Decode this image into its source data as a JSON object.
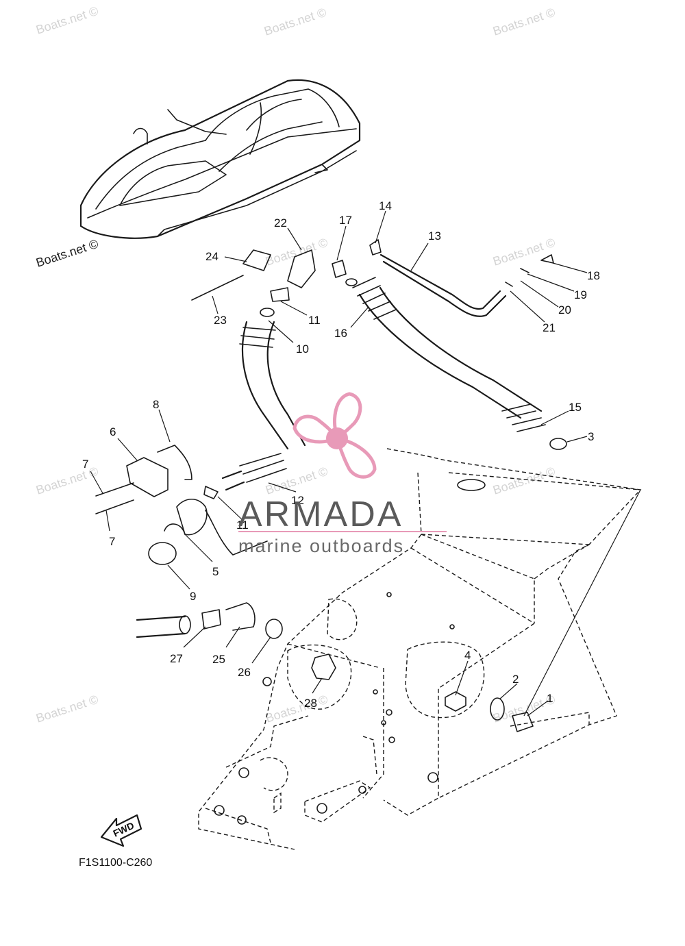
{
  "watermark": {
    "text": "Boats.net ©"
  },
  "diagram_code": "F1S1100-C260",
  "direction_marker": "FWD",
  "logo": {
    "name": "ARMADA",
    "tagline": "marine outboards",
    "accent_color": "#e89ab8",
    "text_color": "#5a5a5a"
  },
  "callouts": [
    "1",
    "2",
    "3",
    "4",
    "5",
    "6",
    "7",
    "7",
    "8",
    "9",
    "10",
    "11",
    "11",
    "12",
    "13",
    "14",
    "15",
    "16",
    "17",
    "18",
    "19",
    "20",
    "21",
    "22",
    "23",
    "24",
    "25",
    "26",
    "27",
    "28"
  ]
}
